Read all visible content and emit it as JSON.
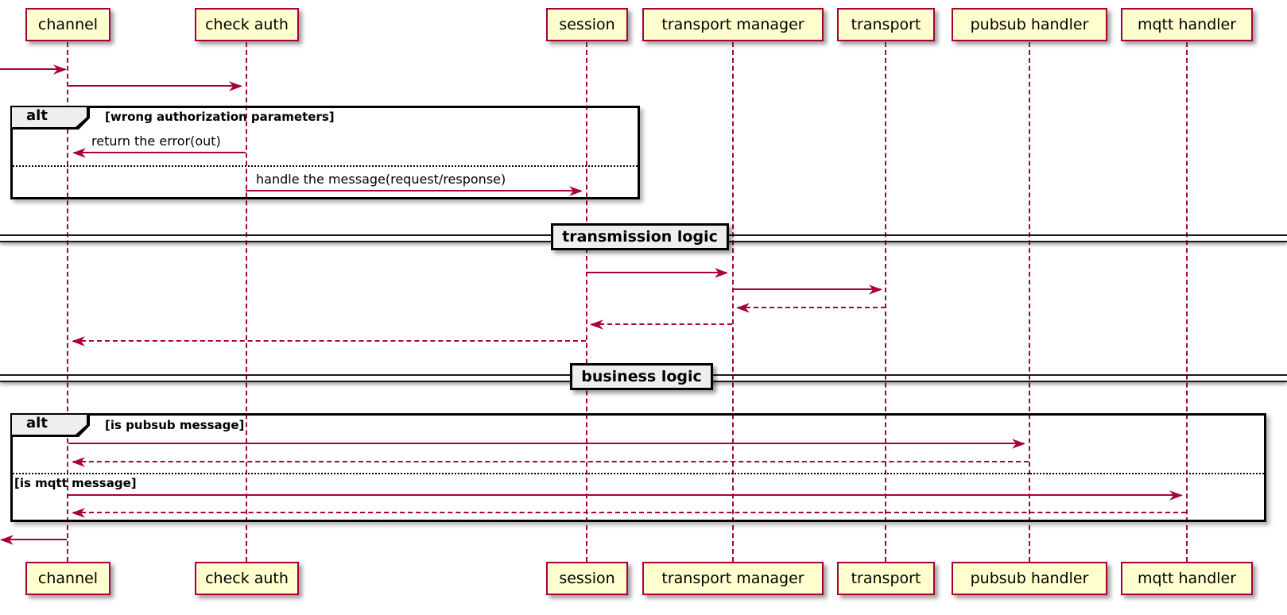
{
  "diagram": {
    "type": "sequence-diagram",
    "colors": {
      "participant_fill": "#FEFECE",
      "participant_border": "#A80036",
      "arrow": "#A80036",
      "lifeline": "#A80036",
      "frame_border": "#000000",
      "fragment_label_fill": "#EEEEEE",
      "background": "#FFFFFF"
    },
    "participants": [
      {
        "label": "channel"
      },
      {
        "label": "check auth"
      },
      {
        "label": "session"
      },
      {
        "label": "transport manager"
      },
      {
        "label": "transport"
      },
      {
        "label": "pubsub handler"
      },
      {
        "label": "mqtt handler"
      }
    ],
    "fragments": {
      "auth": {
        "keyword": "alt",
        "condition": "[wrong authorization parameters]"
      },
      "dispatch": {
        "keyword": "alt",
        "condition_pubsub": "[is pubsub message]",
        "condition_mqtt": "[is mqtt message]"
      }
    },
    "messages": {
      "return_error": "return the error(out)",
      "handle_message": "handle the message(request/response)"
    },
    "dividers": {
      "transmission": "transmission logic",
      "business": "business logic"
    }
  }
}
